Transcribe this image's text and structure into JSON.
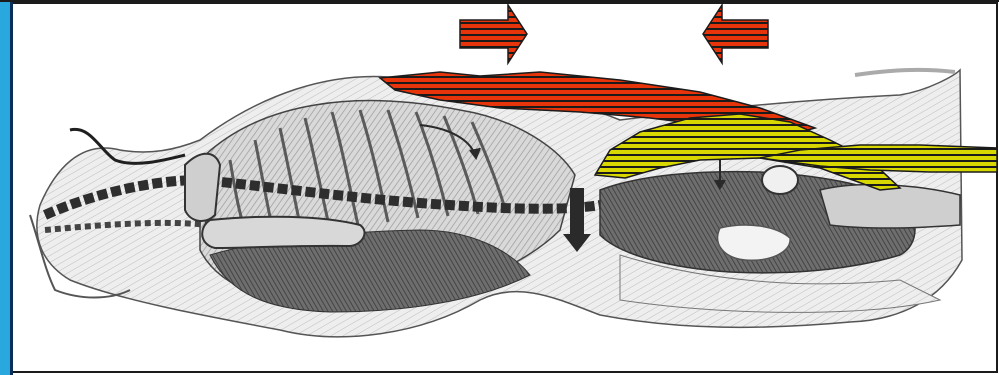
{
  "slide": {
    "accent_color": "#29a8e0",
    "frame_color": "#0a2f5a",
    "illustration": "sagittal-cow-anatomy",
    "arrows": [
      {
        "name": "left-compression-arrow",
        "direction": "right",
        "color": "#e8340a"
      },
      {
        "name": "right-compression-arrow",
        "direction": "left",
        "color": "#e8340a"
      },
      {
        "name": "down-pressure-arrow",
        "direction": "down",
        "color": "#2a2a2a"
      }
    ],
    "bands": [
      {
        "name": "red-muscle-band",
        "color": "#e8340a",
        "stripe": "#1b1b1b"
      },
      {
        "name": "yellow-muscle-band-upper",
        "color": "#d8d800",
        "stripe": "#1b1b1b"
      },
      {
        "name": "yellow-muscle-band-lower",
        "color": "#d8d800",
        "stripe": "#1b1b1b"
      }
    ]
  }
}
